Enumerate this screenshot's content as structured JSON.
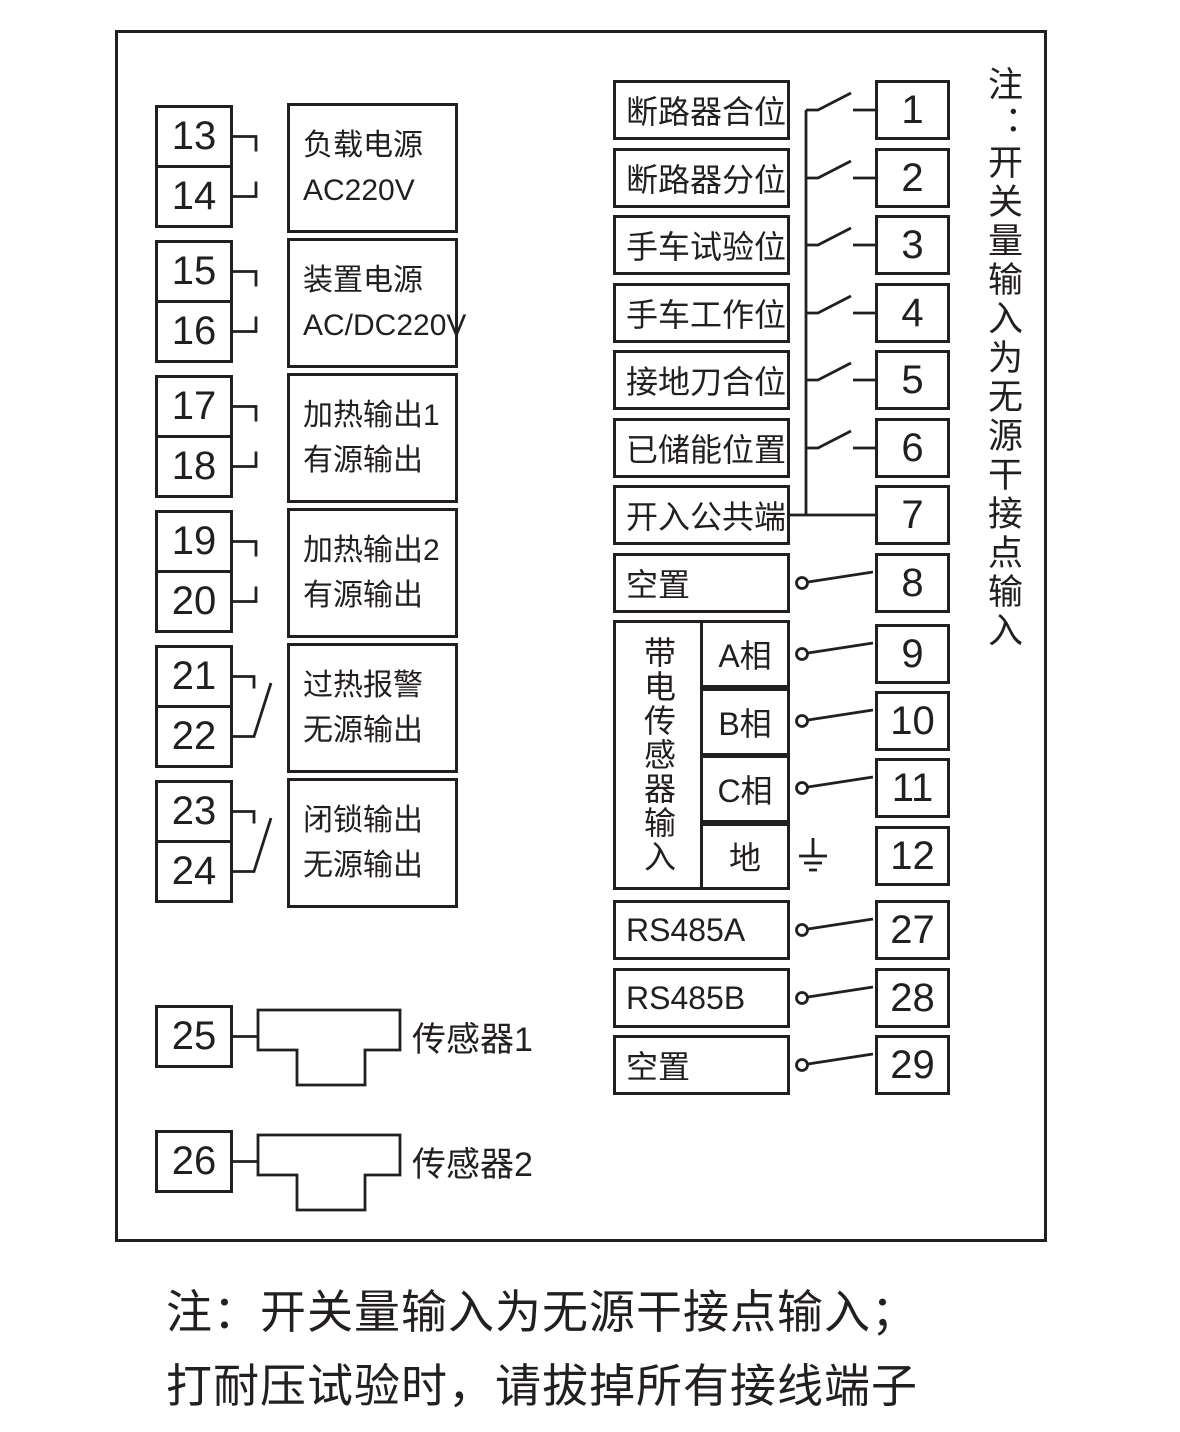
{
  "page": {
    "ink": "#231f20",
    "bg": "#ffffff"
  },
  "left_groups": [
    {
      "t1": "13",
      "t2": "14",
      "line1": "负载电源",
      "line2": "AC220V"
    },
    {
      "t1": "15",
      "t2": "16",
      "line1": "装置电源",
      "line2": "AC/DC220V"
    },
    {
      "t1": "17",
      "t2": "18",
      "line1": "加热输出1",
      "line2": "有源输出"
    },
    {
      "t1": "19",
      "t2": "20",
      "line1": "加热输出2",
      "line2": "有源输出"
    },
    {
      "t1": "21",
      "t2": "22",
      "line1": "过热报警",
      "line2": "无源输出"
    },
    {
      "t1": "23",
      "t2": "24",
      "line1": "闭锁输出",
      "line2": "无源输出"
    }
  ],
  "sensors": [
    {
      "terminal": "25",
      "label": "传感器1"
    },
    {
      "terminal": "26",
      "label": "传感器2"
    }
  ],
  "digital_rows": [
    {
      "label": "断路器合位",
      "terminal": "1"
    },
    {
      "label": "断路器分位",
      "terminal": "2"
    },
    {
      "label": "手车试验位",
      "terminal": "3"
    },
    {
      "label": "手车工作位",
      "terminal": "4"
    },
    {
      "label": "接地刀合位",
      "terminal": "5"
    },
    {
      "label": "已储能位置",
      "terminal": "6"
    },
    {
      "label": "开入公共端",
      "terminal": "7"
    },
    {
      "label": "空置",
      "terminal": "8"
    }
  ],
  "sensor_block": {
    "label": "带电传感器输入",
    "rows": [
      {
        "label": "A相",
        "terminal": "9"
      },
      {
        "label": "B相",
        "terminal": "10"
      },
      {
        "label": "C相",
        "terminal": "11"
      },
      {
        "label": "地",
        "terminal": "12"
      }
    ]
  },
  "comm_rows": [
    {
      "label": "RS485A",
      "terminal": "27"
    },
    {
      "label": "RS485B",
      "terminal": "28"
    },
    {
      "label": "空置",
      "terminal": "29"
    }
  ],
  "side_note": "注：开关量输入为无源干接点输入",
  "bottom_note": {
    "line1": "注：开关量输入为无源干接点输入；",
    "line2": "打耐压试验时，请拔掉所有接线端子"
  }
}
